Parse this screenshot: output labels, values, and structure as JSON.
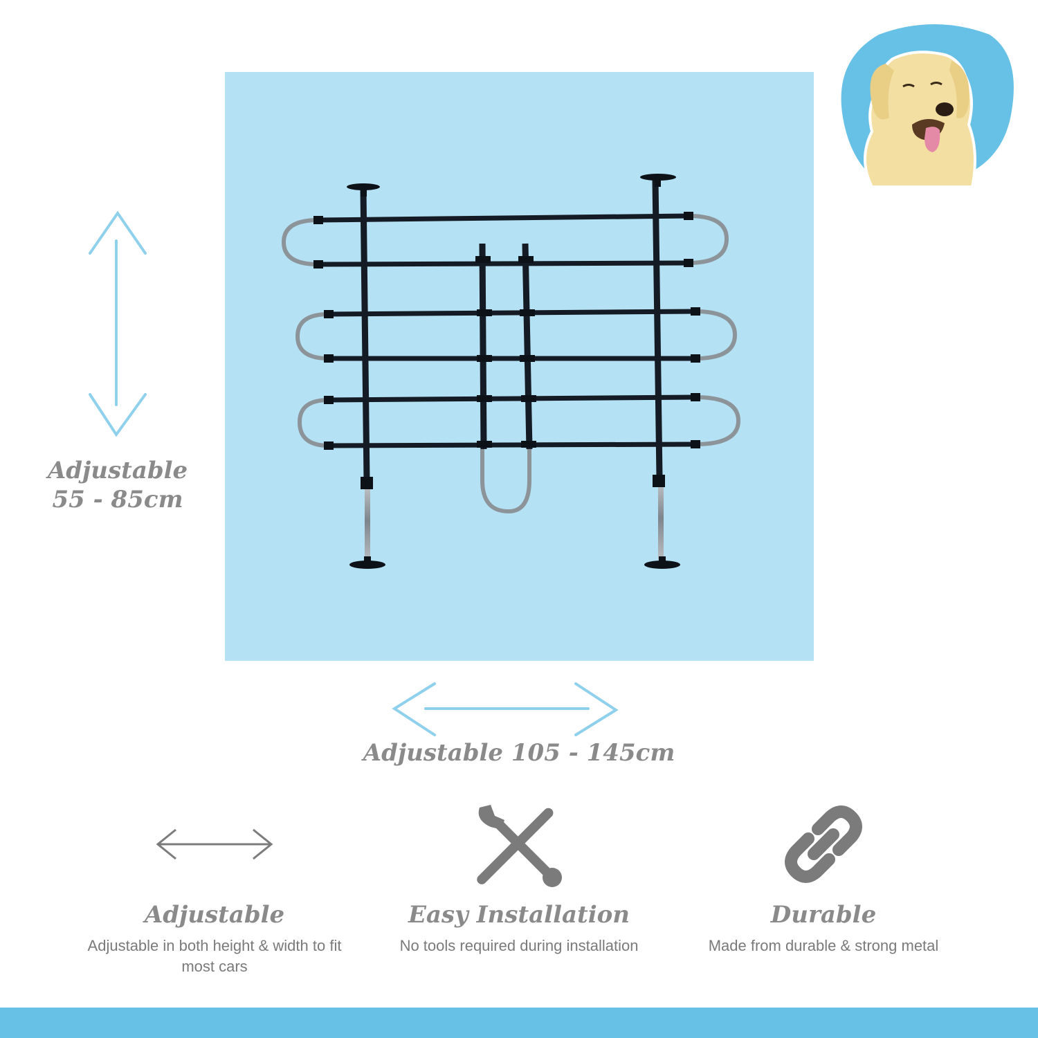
{
  "dimensions": {
    "height_label_line1": "Adjustable",
    "height_label_line2": "55 - 85cm",
    "width_label": "Adjustable 105 - 145cm"
  },
  "features": [
    {
      "icon": "double-arrow-icon",
      "title": "Adjustable",
      "description": "Adjustable in both height & width to fit most cars"
    },
    {
      "icon": "tools-icon",
      "title": "Easy Installation",
      "description": "No tools required during installation"
    },
    {
      "icon": "chain-link-icon",
      "title": "Durable",
      "description": "Made from durable & strong metal"
    }
  ],
  "colors": {
    "panel_background": "#b4e1f3",
    "accent_blue": "#67c1e6",
    "arrow_blue": "#8fd0ec",
    "text_gray": "#8a8a8a",
    "icon_gray": "#7b7b7b"
  }
}
